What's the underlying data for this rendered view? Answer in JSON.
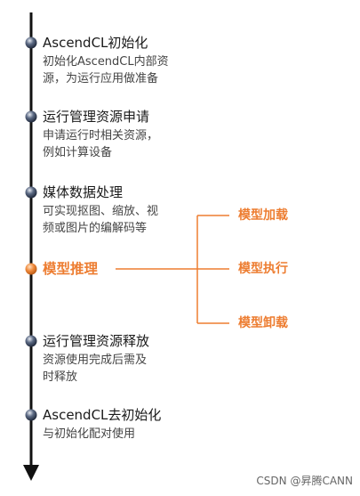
{
  "steps": [
    {
      "title": "AscendCL初始化",
      "desc": [
        "初始化AscendCL内部资",
        "源，为运行应用做准备"
      ]
    },
    {
      "title": "运行管理资源申请",
      "desc": [
        "申请运行时相关资源，",
        "例如计算设备"
      ]
    },
    {
      "title": "媒体数据处理",
      "desc": [
        "可实现抠图、缩放、视",
        "频或图片的编解码等"
      ]
    },
    {
      "title": "模型推理",
      "desc": []
    },
    {
      "title": "运行管理资源释放",
      "desc": [
        "资源使用完成后需及",
        "时释放"
      ]
    },
    {
      "title": "AscendCL去初始化",
      "desc": [
        "与初始化配对使用"
      ]
    }
  ],
  "branches": [
    "模型加载",
    "模型执行",
    "模型卸载"
  ],
  "watermark": "CSDN @昇腾CANN",
  "colors": {
    "accent": "#ed7d31",
    "line": "#111111",
    "node": "#2b3a55"
  }
}
